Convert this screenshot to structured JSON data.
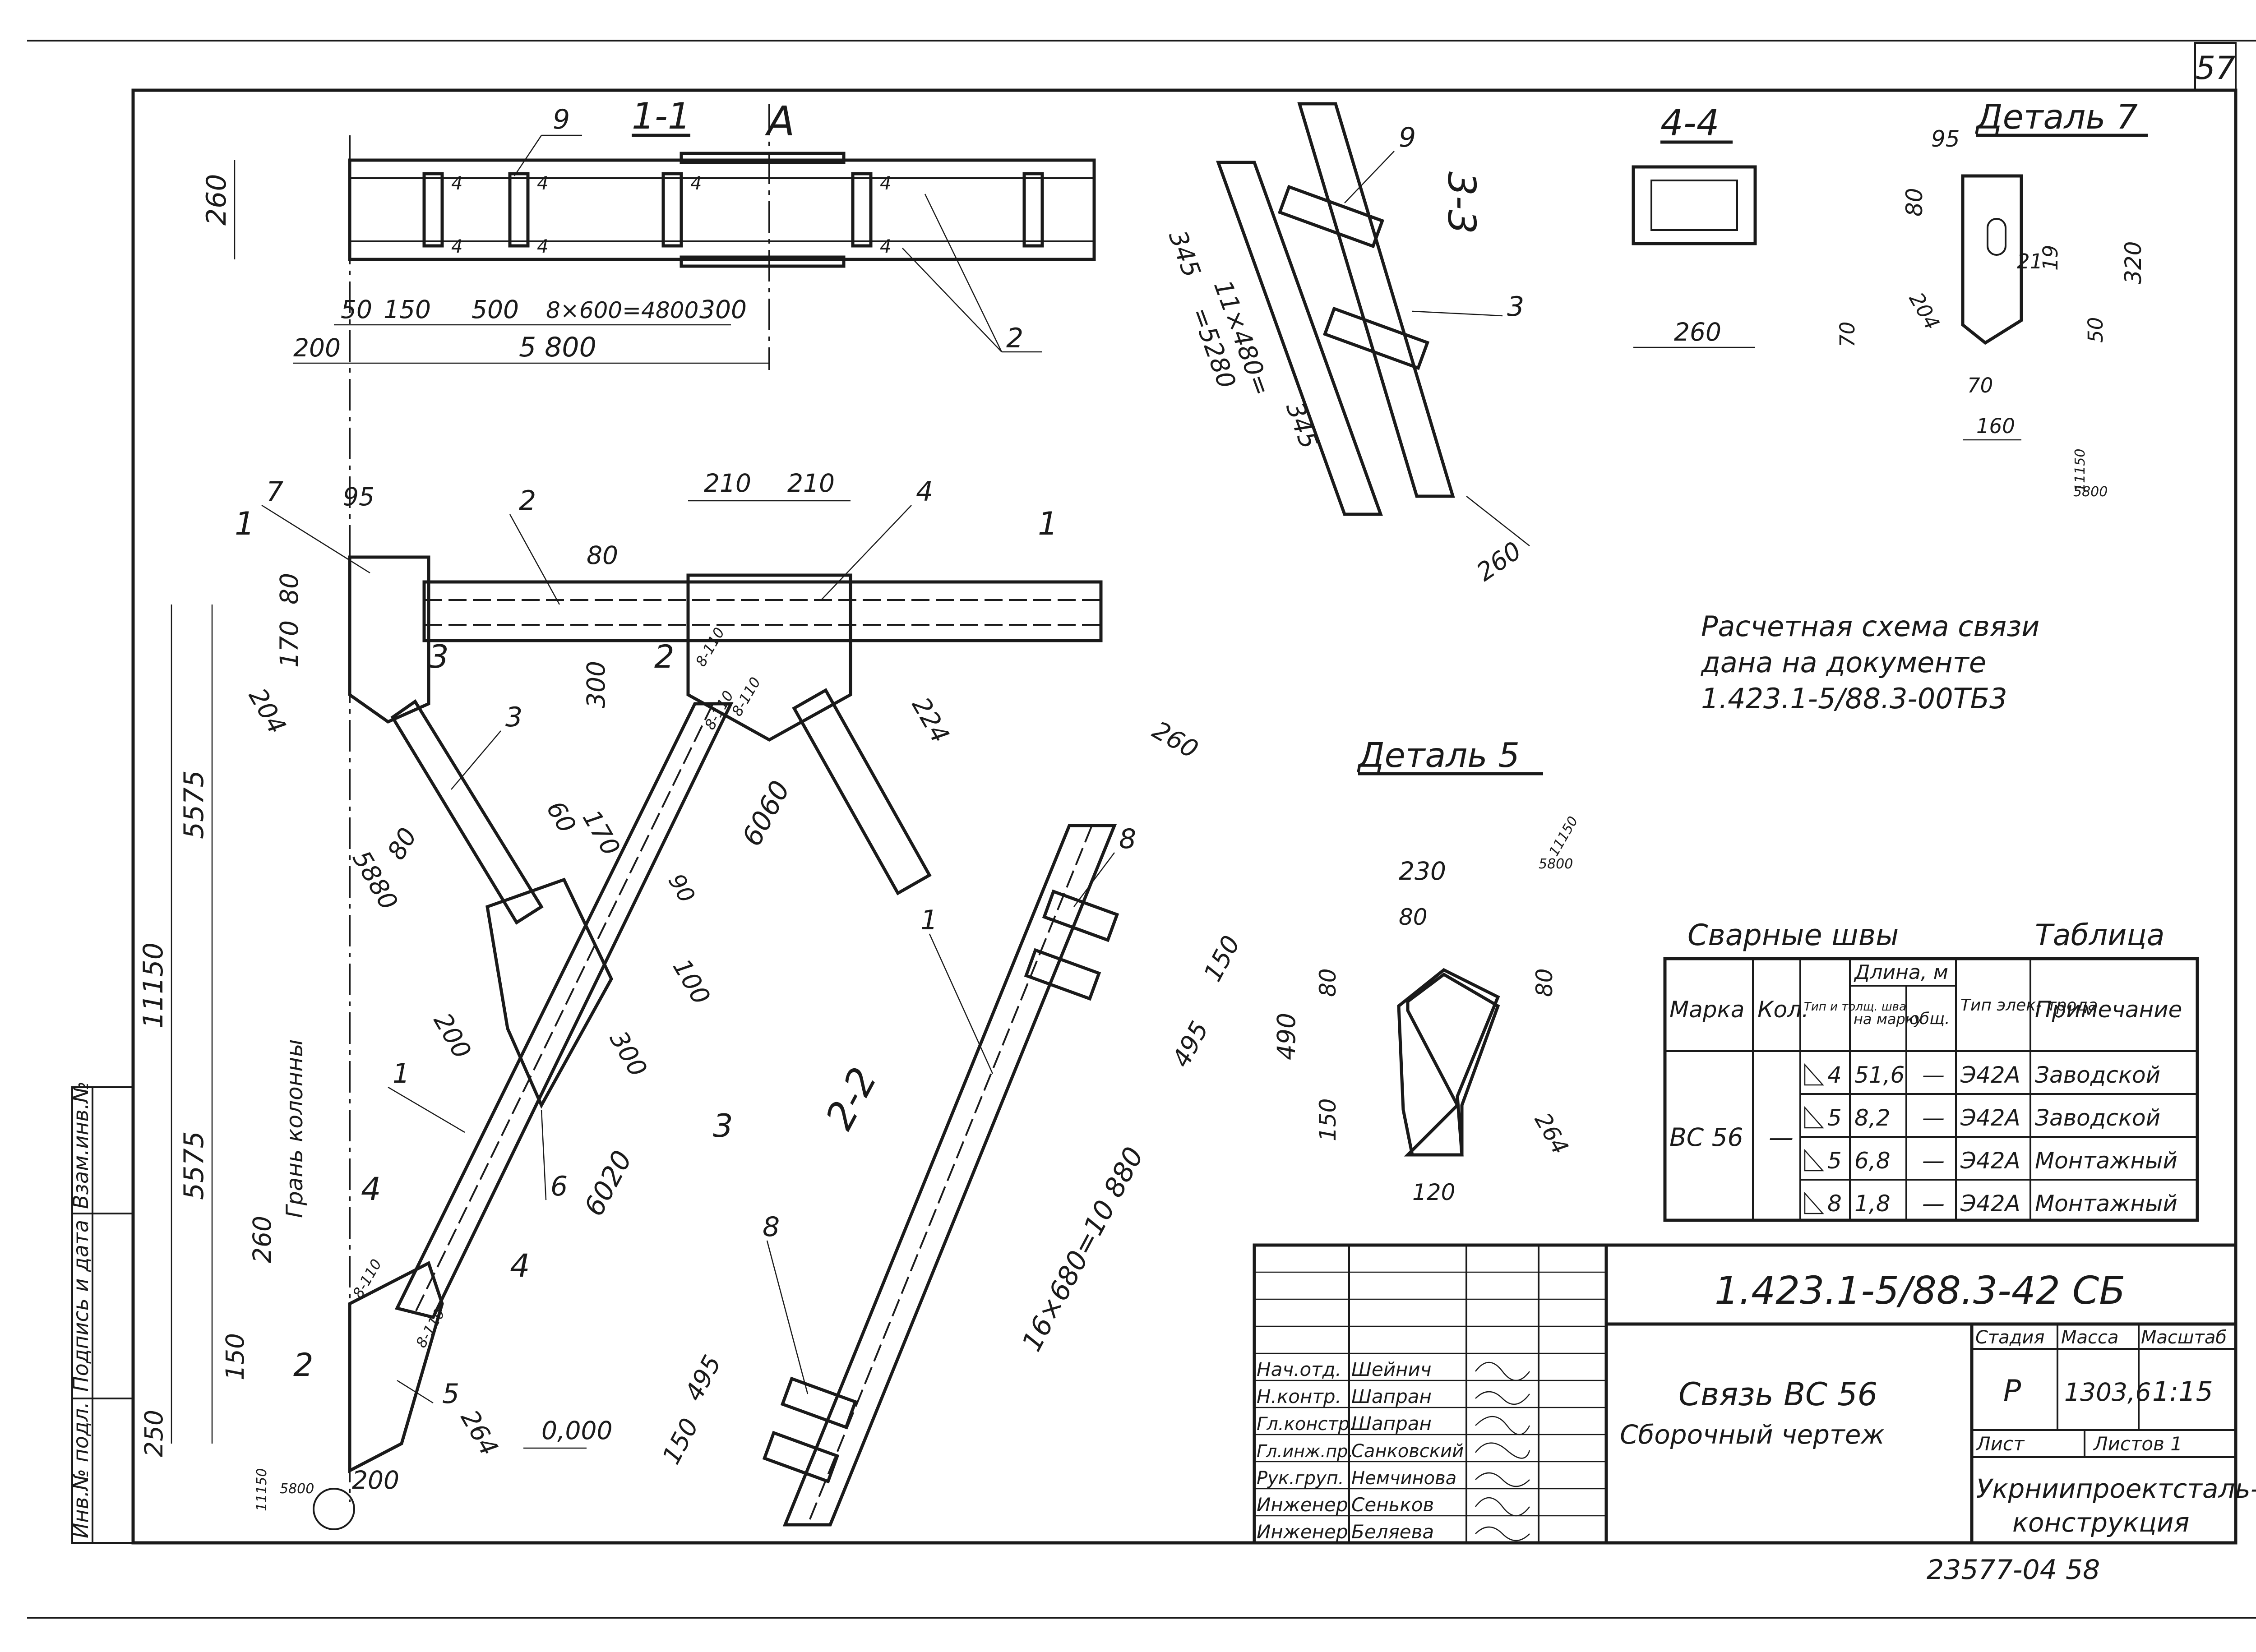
{
  "sheet": {
    "page_number": "57",
    "bottom_code": "23577-04 58"
  },
  "views": {
    "section_1_1": {
      "title": "1-1",
      "axis_mark": "A"
    },
    "section_2_2": {
      "title": "2-2"
    },
    "section_3_3": {
      "title": "3-3"
    },
    "section_4_4": {
      "title": "4-4"
    },
    "detail_5": {
      "title": "Деталь 5"
    },
    "detail_7": {
      "title": "Деталь 7"
    }
  },
  "dimensions": {
    "s11": {
      "d260": "260",
      "d50": "50",
      "d150": "150",
      "d500": "500",
      "d4800": "8×600=4800",
      "d300": "300",
      "d200": "200",
      "d5800": "5 800"
    },
    "main": {
      "d95": "95",
      "d80": "80",
      "d170": "170",
      "d204": "204",
      "d5575a": "5575",
      "d5575b": "5575",
      "d11150": "11150",
      "d5880": "5880",
      "d80b": "80",
      "d200b": "200",
      "d210a": "210",
      "d210b": "210",
      "d300": "300",
      "d224": "224",
      "d6060": "6060",
      "d6020": "6020",
      "d300b": "300",
      "d100": "100",
      "d80c": "80",
      "d60": "60",
      "d170b": "170",
      "d90": "90",
      "d260": "260",
      "d150": "150",
      "d250": "250",
      "d200c": "200",
      "d264": "264",
      "d0000": "0,000",
      "d8110a": "8-110",
      "d8110b": "8-110",
      "d8110c": "8-110",
      "d8110d": "8-110",
      "d8110e": "8-110"
    },
    "s22": {
      "d260": "260",
      "d150a": "150",
      "d495a": "495",
      "d10880": "16×680=10 880",
      "d495b": "495",
      "d150b": "150"
    },
    "s33": {
      "d345a": "345",
      "d5280": "11×480=",
      "d5280b": "=5280",
      "d345b": "345",
      "d260": "260"
    },
    "s44": {
      "d260": "260"
    },
    "det7": {
      "d95": "95",
      "d80": "80",
      "d320": "320",
      "d21": "21",
      "d19": "19",
      "d204": "204",
      "d70a": "70",
      "d50": "50",
      "d70b": "70",
      "d160": "160",
      "d11150": "11150",
      "d5800": "5800"
    },
    "det5": {
      "d230": "230",
      "d80a": "80",
      "d80b": "80",
      "d80c": "80",
      "d490": "490",
      "d150": "150",
      "d120": "120",
      "d264": "264",
      "d11150": "11150",
      "d5800": "5800"
    },
    "marker": {
      "d11150": "11150",
      "d5800": "5800"
    }
  },
  "labels": {
    "pos1": "1",
    "pos2": "2",
    "pos3": "3",
    "pos4": "4",
    "pos5": "5",
    "pos6": "6",
    "pos7": "7",
    "pos8": "8",
    "pos9": "9",
    "cut1": "1",
    "cut2": "2",
    "cut3": "3",
    "cut4": "4",
    "column_face": "Грань колонны",
    "weld4": "4"
  },
  "note": {
    "line1": "Расчетная схема связи",
    "line2": "дана на документе",
    "line3": "1.423.1-5/88.3-00ТБ3"
  },
  "weld_table": {
    "title": "Сварные швы",
    "table_label": "Таблица",
    "headers": {
      "mark": "Марка",
      "qty": "Кол.",
      "type": "Тип и толщ. шва",
      "length": "Длина, м",
      "per_mark": "на марку",
      "total": "общ.",
      "electrode": "Тип элек- трода",
      "note": "Примечание"
    },
    "mark_value": "ВС 56",
    "qty_value": "—",
    "rows": [
      {
        "type": "4",
        "per_mark": "51,6",
        "total": "—",
        "electrode": "Э42А",
        "note": "Заводской"
      },
      {
        "type": "5",
        "per_mark": "8,2",
        "total": "—",
        "electrode": "Э42А",
        "note": "Заводской"
      },
      {
        "type": "5",
        "per_mark": "6,8",
        "total": "—",
        "electrode": "Э42А",
        "note": "Монтажный"
      },
      {
        "type": "8",
        "per_mark": "1,8",
        "total": "—",
        "electrode": "Э42А",
        "note": "Монтажный"
      }
    ]
  },
  "title_block": {
    "code": "1.423.1-5/88.3-42 СБ",
    "name_line1": "Связь ВС 56",
    "name_line2": "Сборочный чертеж",
    "stage_label": "Стадия",
    "mass_label": "Масса",
    "scale_label": "Масштаб",
    "stage": "Р",
    "mass": "1303,6",
    "scale": "1:15",
    "sheet_label": "Лист",
    "sheets_label": "Листов 1",
    "org_line1": "Укрниипроектсталь-",
    "org_line2": "конструкция",
    "people": [
      {
        "role": "Нач.отд.",
        "name": "Шейнич"
      },
      {
        "role": "Н.контр.",
        "name": "Шапран"
      },
      {
        "role": "Гл.констр.",
        "name": "Шапран"
      },
      {
        "role": "Гл.инж.пр.",
        "name": "Санковский"
      },
      {
        "role": "Рук.груп.",
        "name": "Немчинова"
      },
      {
        "role": "Инженер",
        "name": "Сеньков"
      },
      {
        "role": "Инженер",
        "name": "Беляева"
      }
    ]
  },
  "side_stamp": {
    "col1": "Инв.№ подл.",
    "col2": "Подпись и дата",
    "col3": "Взам.инв.№"
  }
}
